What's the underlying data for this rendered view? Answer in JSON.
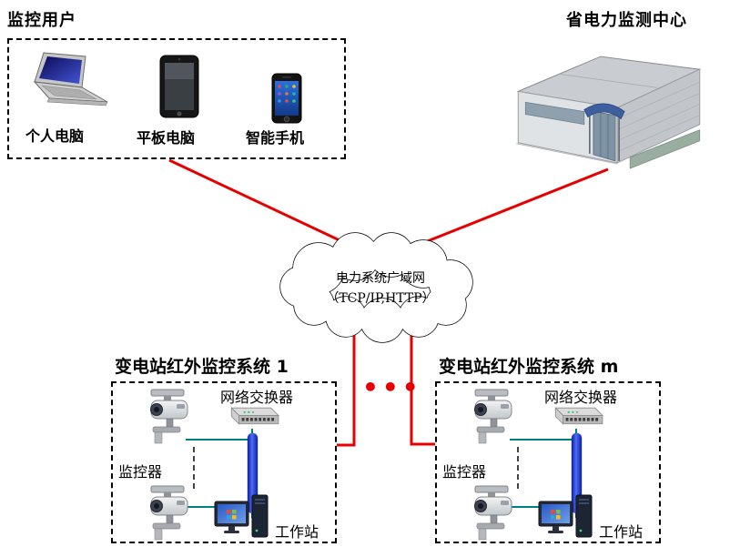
{
  "page": {
    "top_left_label": "监控用户",
    "top_right_label": "省电力监测中心",
    "ellipsis": "•••"
  },
  "user_devices": {
    "pc_label": "个人电脑",
    "tablet_label": "平板电脑",
    "phone_label": "智能手机"
  },
  "cloud": {
    "line1": "电力系统广域网",
    "line2": "（TCP/IP,HTTP）"
  },
  "subsystems": [
    {
      "title": "变电站红外监控系统 1",
      "switch_label": "网络交换器",
      "monitor_label": "监控器",
      "workstation_label": "工作站"
    },
    {
      "title": "变电站红外监控系统 m",
      "switch_label": "网络交换器",
      "monitor_label": "监控器",
      "workstation_label": "工作站"
    }
  ],
  "icons": {
    "laptop": "laptop-icon",
    "tablet": "tablet-icon",
    "smartphone": "smartphone-icon",
    "building": "monitoring-center-building",
    "camera": "ptz-camera-icon",
    "switch": "network-switch-icon",
    "workstation": "workstation-icon",
    "cloud": "wan-cloud-shape"
  },
  "colors": {
    "wan_link": "#e60000",
    "lan_link": "#008080",
    "bus": "#4d6cf5"
  }
}
